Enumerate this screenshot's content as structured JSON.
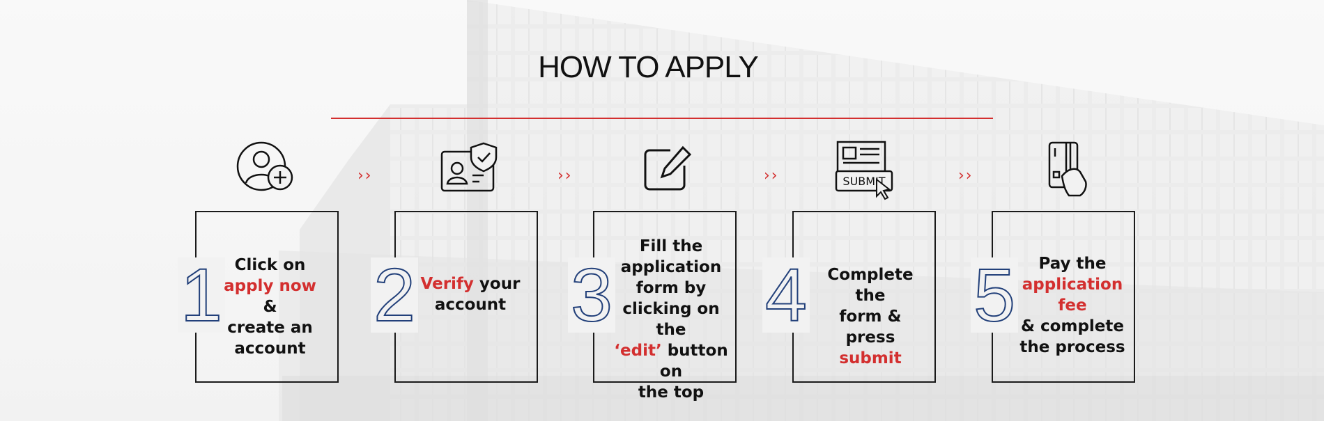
{
  "title": "HOW TO APPLY",
  "colors": {
    "accent": "#d32f2f",
    "numeral": "#22407a",
    "text": "#111111"
  },
  "chevron": "››",
  "steps": [
    {
      "number": "1",
      "icon": "user-add-icon",
      "lines": [
        [
          "Click on"
        ],
        [
          "apply now",
          " &"
        ],
        [
          "create an"
        ],
        [
          "account"
        ]
      ]
    },
    {
      "number": "2",
      "icon": "verified-id-card-icon",
      "lines": [
        [
          "Verify",
          " your"
        ],
        [
          "account"
        ]
      ]
    },
    {
      "number": "3",
      "icon": "edit-icon",
      "lines": [
        [
          "Fill the"
        ],
        [
          "application"
        ],
        [
          "form by"
        ],
        [
          "clicking on the"
        ],
        [
          "‘edit’",
          " button on"
        ],
        [
          "the top"
        ]
      ]
    },
    {
      "number": "4",
      "icon": "submit-form-icon",
      "lines": [
        [
          "Complete the"
        ],
        [
          "form & press"
        ],
        [
          "submit"
        ]
      ]
    },
    {
      "number": "5",
      "icon": "card-payment-icon",
      "lines": [
        [
          "Pay the"
        ],
        [
          "application fee"
        ],
        [
          "& complete"
        ],
        [
          "the process"
        ]
      ]
    }
  ],
  "icon_text": {
    "submit": "SUBMIT"
  }
}
